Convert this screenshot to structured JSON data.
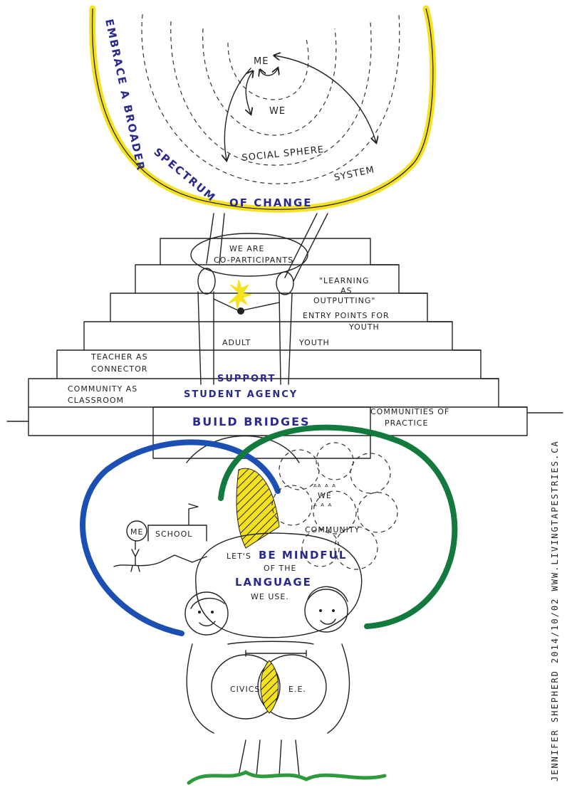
{
  "spectrum": {
    "title": "EMBRACE A BROADER SPECTRUM OF CHANGE",
    "title_part1": "EMBRACE A BROADER",
    "title_part2": "SPECTRUM",
    "title_part3": "OF CHANGE",
    "levels": [
      "ME",
      "WE",
      "SOCIAL SPHERE",
      "SYSTEM"
    ],
    "ring_color": "#f5e11c"
  },
  "stairs": {
    "bubble": [
      "WE ARE",
      "CO-PARTICIPANTS"
    ],
    "notes": {
      "learning": [
        "\"LEARNING",
        "AS",
        "OUTPUTTING\""
      ],
      "entry": [
        "ENTRY POINTS FOR",
        "YOUTH"
      ],
      "adult": "ADULT",
      "youth": "YOUTH",
      "teacher": [
        "TEACHER AS",
        "CONNECTOR"
      ],
      "community": [
        "COMMUNITY AS",
        "CLASSROOM"
      ],
      "support": [
        "SUPPORT",
        "STUDENT AGENCY"
      ],
      "bridges": "BUILD BRIDGES",
      "practice": [
        "COMMUNITIES OF",
        "PRACTICE"
      ]
    }
  },
  "venn": {
    "left_labels": [
      "ME",
      "SCHOOL"
    ],
    "right_labels": [
      "WE",
      "COMMUNITY"
    ],
    "left_color": "#1b4fb4",
    "right_color": "#137a3e",
    "overlap_color": "#f5e11c"
  },
  "mindful": {
    "lines": [
      "LET'S",
      "BE MINDFUL",
      "OF THE",
      "LANGUAGE",
      "WE USE."
    ]
  },
  "people": {
    "labels": [
      "CIVICS",
      "E.E."
    ]
  },
  "credit": {
    "text": "JENNIFER SHEPHERD    2014/10/02    WWW.LIVINGTAPESTRIES.CA"
  }
}
